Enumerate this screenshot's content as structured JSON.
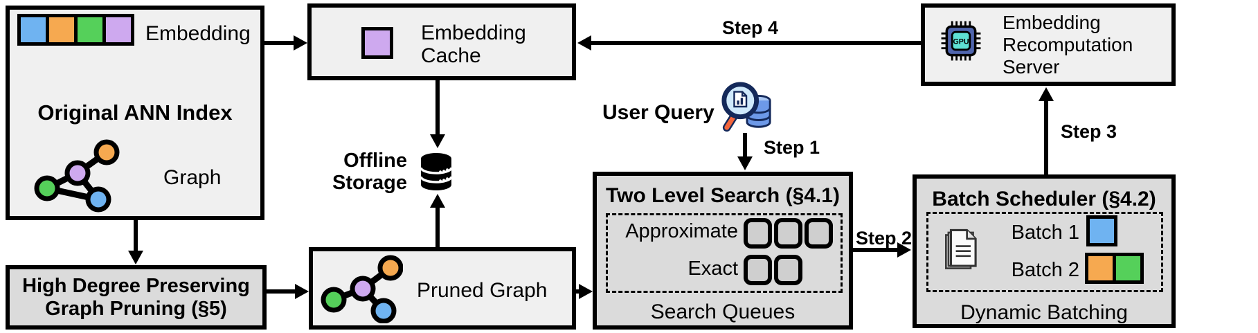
{
  "palette": {
    "blue": "#6FB3F1",
    "orange": "#F6A950",
    "green": "#55D05A",
    "purple": "#CEA9EF",
    "box_light_bg": "#F0F0F0",
    "box_dark_bg": "#DBDBDB",
    "queue_slot_bg": "#CFCFCF",
    "outline": "#000000",
    "gpu_chip": "#5066AE",
    "gpu_core": "#5EE1D4",
    "query_db_blue": "#6D99E8",
    "query_lens_blue": "#CFE9FB",
    "query_handle_orange": "#F4663C"
  },
  "ann_index": {
    "embedding_label": "Embedding",
    "title": "Original ANN Index",
    "graph_label": "Graph"
  },
  "pruning": {
    "lines": [
      "High Degree Preserving",
      "Graph Pruning (§5)"
    ]
  },
  "cache": {
    "lines": [
      "Embedding",
      "Cache"
    ]
  },
  "storage": {
    "lines": [
      "Offline",
      "Storage"
    ]
  },
  "pruned": {
    "label": "Pruned Graph"
  },
  "query": {
    "label": "User Query"
  },
  "search": {
    "title": "Two Level Search (§4.1)",
    "rows": [
      {
        "label": "Approximate",
        "slots": 3
      },
      {
        "label": "Exact",
        "slots": 2
      }
    ],
    "caption": "Search Queues"
  },
  "scheduler": {
    "title": "Batch Scheduler (§4.2)",
    "rows": [
      {
        "label": "Batch 1",
        "colors": [
          "blue"
        ]
      },
      {
        "label": "Batch 2",
        "colors": [
          "orange",
          "green"
        ]
      }
    ],
    "caption": "Dynamic Batching"
  },
  "server": {
    "lines": [
      "Embedding",
      "Recomputation",
      "Server"
    ],
    "gpu_label": "GPU"
  },
  "steps": {
    "s1": "Step 1",
    "s2": "Step 2",
    "s3": "Step 3",
    "s4": "Step 4"
  }
}
